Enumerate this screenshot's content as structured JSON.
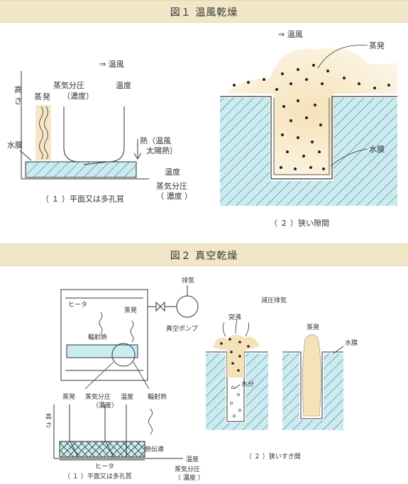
{
  "fig1": {
    "title": "図１ 温風乾燥",
    "left": {
      "wind": "⇒ 温風",
      "height_axis": [
        "高",
        "さ"
      ],
      "evap": [
        "蒸",
        "発"
      ],
      "vapor": [
        "蒸気分圧",
        "（濃度）"
      ],
      "temp_top": "温度",
      "film": "水膜",
      "heat": [
        "熱（温風",
        "太陽熱）"
      ],
      "temp_right": "温度",
      "vapor_right": [
        "蒸気分圧",
        "（ 濃度 ）"
      ],
      "caption": "（ １ ）平面又は多孔質"
    },
    "right": {
      "wind": "⇒ 温風",
      "evap": "蒸発",
      "film": "水膜",
      "caption": "（ ２ ）狭い隙間"
    }
  },
  "fig2": {
    "title": "図２ 真空乾燥",
    "chamber": {
      "heater": "ヒータ",
      "evap": "蒸発",
      "radiant": "輻射熱",
      "exhaust": "排気",
      "pump": "真空ポンプ"
    },
    "left": {
      "evap": "蒸発",
      "vapor": [
        "蒸気分圧",
        "（濃度）"
      ],
      "temp_top": "温度",
      "radiant": "輻射熱",
      "height_axis": [
        "高",
        "さ"
      ],
      "conduction": "熱伝導",
      "temp_right": "温度",
      "heater": "ヒータ",
      "caption": "（ １ ）平面又は多孔質",
      "vapor_right": [
        "蒸気分圧",
        "（ 濃度 ）"
      ]
    },
    "right": {
      "reduced": "減圧排気",
      "bump": "突沸",
      "evap": "蒸発",
      "film": "水膜",
      "moisture": "水分",
      "caption": "（ ２ ）狭いすき間"
    }
  }
}
